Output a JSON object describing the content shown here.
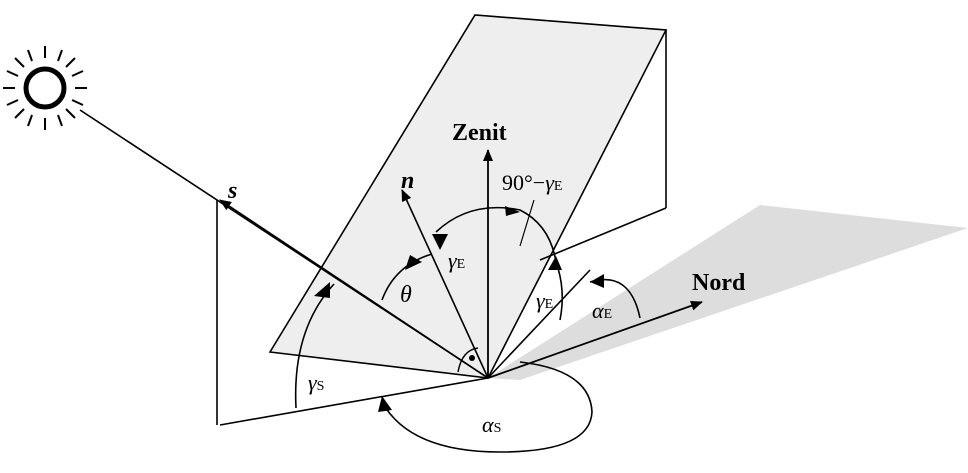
{
  "labels": {
    "zenith": "Zenit",
    "north": "Nord",
    "sun_vector": "s",
    "normal_vector": "n",
    "incidence_angle": "θ",
    "complement_angle_prefix": "90°−",
    "gamma_symbol": "γ",
    "alpha_symbol": "α",
    "sub_E": "E",
    "sub_S": "S"
  },
  "colors": {
    "line": "#000000",
    "tilted_plane": "#eeeeee",
    "ground_shadow": "#dddddd",
    "background": "#ffffff"
  },
  "icons": {
    "sun": "sun-icon"
  }
}
